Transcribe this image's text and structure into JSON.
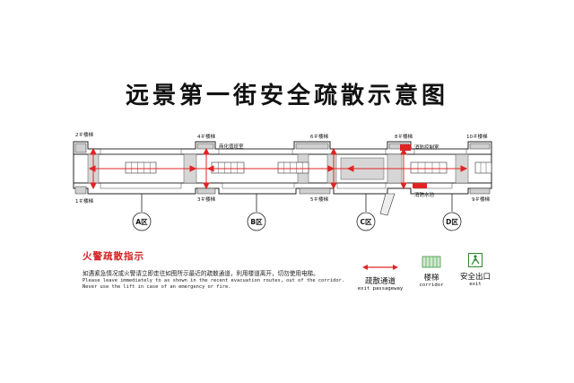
{
  "title": "远景第一街安全疏散示意图",
  "stairs": {
    "s1": "1＃楼梯",
    "s2": "2＃楼梯",
    "s3": "3＃楼梯",
    "s4": "4＃楼梯",
    "s5": "5＃楼梯",
    "s6": "6＃楼梯",
    "s8": "8＃楼梯",
    "s9": "9＃楼梯",
    "s10": "10＃楼梯"
  },
  "rooms": {
    "duty_room": "商化值班室",
    "control_room": "消防控制室",
    "water_pool": "消防水池"
  },
  "zones": {
    "a": "A区",
    "b": "B区",
    "c": "C区",
    "d": "D区"
  },
  "legend": {
    "heading": "火警疏散指示",
    "instruction_cn": "如遇紧急情况或火警请立即走往如图所示最近的疏散通道，利用楼道离开，切勿使用电梯。",
    "instruction_en_1": "Please leave immediately to as shown in the recent evacuation routes, out of the corridor.",
    "instruction_en_2": "Never use the lift in case of an emergency or fire.",
    "passage_cn": "疏散通道",
    "passage_en": "exit passageway",
    "stairs_cn": "楼梯",
    "stairs_en": "corridor",
    "exit_cn": "安全出口",
    "exit_en": "exit"
  },
  "colors": {
    "route": "#e02424",
    "stairs_icon": "#3a9a3a",
    "exit_sign": "#2a8a2a",
    "outline": "#222222",
    "highlight": "#e02424"
  }
}
